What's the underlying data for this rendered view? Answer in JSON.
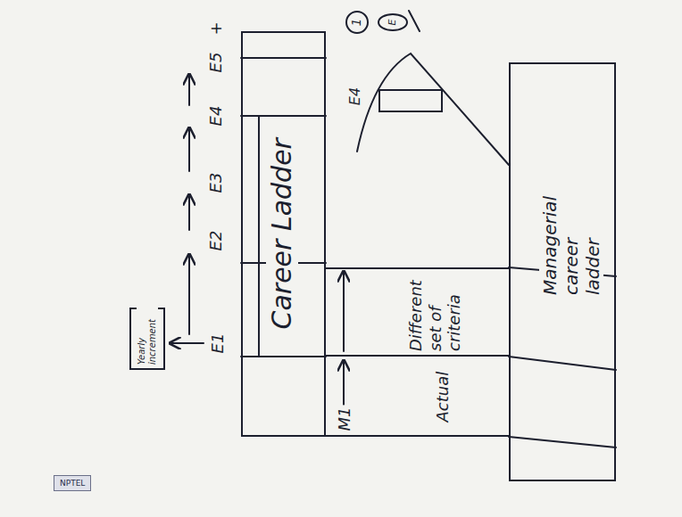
{
  "diagram": {
    "nodes": [
      {
        "text": [
          "Career Ladder"
        ]
      },
      {
        "text": [
          "Different set of criteria"
        ]
      },
      {
        "text": [
          "Actual"
        ]
      },
      {
        "text": [
          "Managerial career ladder"
        ]
      },
      {
        "text": [
          "Yearly increment"
        ]
      }
    ],
    "labels": [
      "+",
      "E5",
      "E4",
      "E3",
      "E2",
      "E1",
      "M1",
      "1",
      "E",
      "E4",
      "NPTEL"
    ]
  }
}
